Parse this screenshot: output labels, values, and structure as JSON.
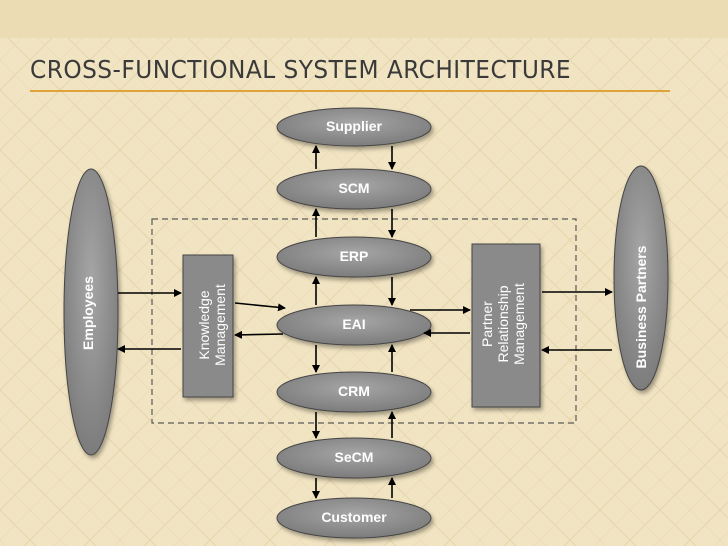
{
  "slide": {
    "title": "CROSS-FUNCTIONAL SYSTEM ARCHITECTURE"
  },
  "nodes": {
    "supplier": "Supplier",
    "scm": "SCM",
    "erp": "ERP",
    "eai": "EAI",
    "crm": "CRM",
    "secm": "SeCM",
    "customer": "Customer",
    "employees": "Employees",
    "business_partners": "Business Partners",
    "knowledge_management": "Knowledge\nManagement",
    "partner_relationship_management": "Partner\nRelationship\nManagement"
  },
  "colors": {
    "background": "#f1e4c2",
    "title_underline": "#e0a23a",
    "node_fill": "#8a8a8a",
    "node_outline": "#444444",
    "connector": "#000000",
    "boundary": "#5a5a5a"
  }
}
